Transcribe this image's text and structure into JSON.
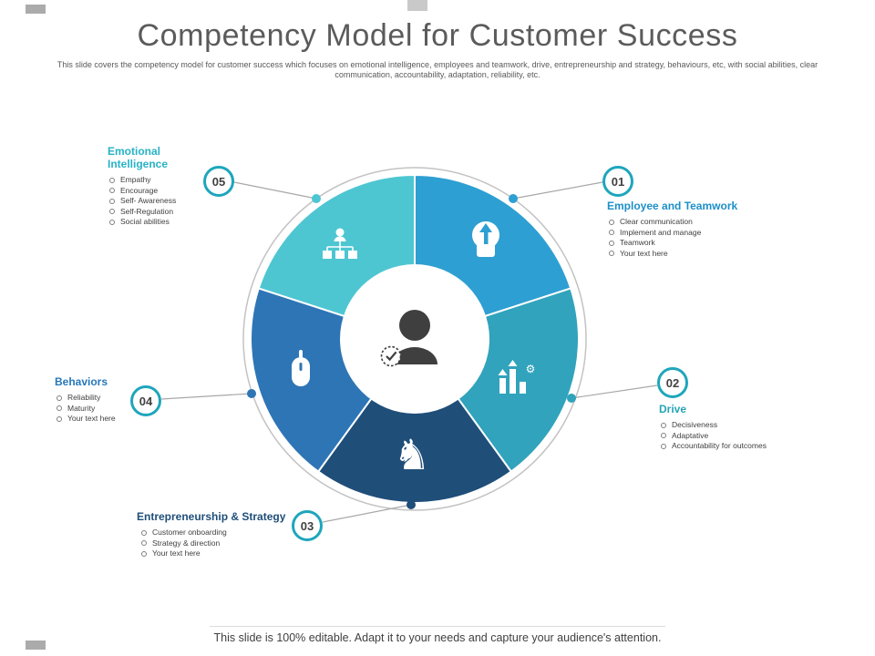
{
  "slide": {
    "title": "Competency Model for Customer Success",
    "subtitle": "This slide covers the competency model for customer success which focuses on emotional intelligence, employees and teamwork, drive, entrepreneurship and strategy, behaviours, etc, with social abilities, clear communication, accountability, adaptation, reliability, etc.",
    "footer": "This slide is 100% editable. Adapt it to your needs and capture your audience's attention."
  },
  "palette": {
    "badge_border": "#1EA6BC",
    "ring": "#C3C3C3",
    "connector": "#A8A8A8",
    "center_icon": "#3F3F3F",
    "title_text": "#5B5B5B",
    "body_text": "#404040"
  },
  "icons": {
    "center": "person-check-icon",
    "emotional_intelligence": "org-chart-icon",
    "employee_teamwork": "head-arrow-icon",
    "drive": "growth-bars-gear-icon",
    "entrepreneurship_strategy": "chess-knight-icon",
    "behaviors": "mouse-icon",
    "knight_glyph": "♞",
    "gear_glyph": "⚙"
  },
  "segments": [
    {
      "number": "01",
      "title": "Employee and Teamwork",
      "title_color": "#1E8FC8",
      "color": "#2E9FD2",
      "items": [
        "Clear communication",
        "Implement and manage",
        "Teamwork",
        "Your text here"
      ]
    },
    {
      "number": "02",
      "title": "Drive",
      "title_color": "#27A4B6",
      "color": "#31A3BC",
      "items": [
        "Decisiveness",
        "Adaptative",
        "Accountability for outcomes"
      ]
    },
    {
      "number": "03",
      "title": "Entrepreneurship & Strategy",
      "title_color": "#1F4E79",
      "color": "#1F4E79",
      "items": [
        "Customer onboarding",
        "Strategy & direction",
        "Your text here"
      ]
    },
    {
      "number": "04",
      "title": "Behaviors",
      "title_color": "#2777B9",
      "color": "#2E75B6",
      "items": [
        "Reliability",
        "Maturity",
        "Your text here"
      ]
    },
    {
      "number": "05",
      "title": "Emotional Intelligence",
      "title_color": "#27B2C6",
      "color": "#4DC6D2",
      "items": [
        "Empathy",
        "Encourage",
        "Self- Awareness",
        "Self-Regulation",
        "Social abilities"
      ]
    }
  ]
}
